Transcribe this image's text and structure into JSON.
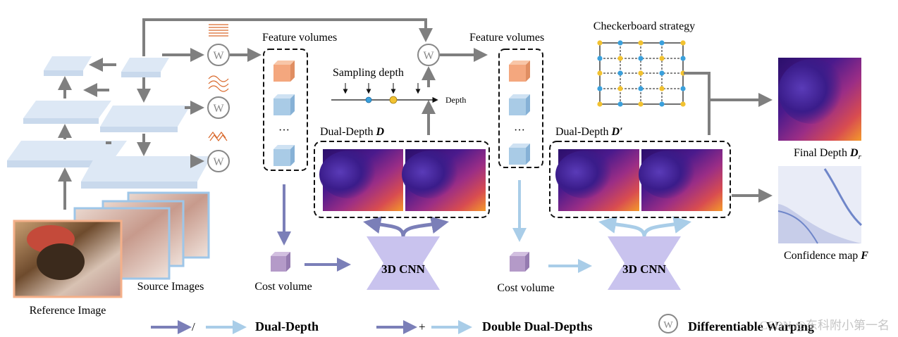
{
  "labels": {
    "feature_volumes_1": "Feature volumes",
    "feature_volumes_2": "Feature volumes",
    "checkerboard": "Checkerboard strategy",
    "sampling_depth": "Sampling depth",
    "depth_axis": "Depth",
    "dual_depth_1": "Dual-Depth",
    "dual_depth_1_symbol": "D",
    "dual_depth_2": "Dual-Depth",
    "dual_depth_2_symbol": "D′",
    "cost_volume_1": "Cost volume",
    "cost_volume_2": "Cost volume",
    "cnn_1": "3D CNN",
    "cnn_2": "3D CNN",
    "reference_image": "Reference Image",
    "source_images": "Source Images",
    "final_depth": "Final Depth",
    "final_depth_symbol": "D",
    "final_depth_sub": "r",
    "confidence_map": "Confidence map",
    "confidence_symbol": "F",
    "ellipsis_1": "···",
    "ellipsis_2": "···",
    "warp_symbol": "W"
  },
  "legend": {
    "slash": "/",
    "dual_depth": "Dual-Depth",
    "plus": "+",
    "double_dual_depths": "Double Dual-Depths",
    "warp_symbol": "W",
    "warping": "Differentiable Warping",
    "watermark": "CSDN @东科附小第一名"
  },
  "colors": {
    "gray_arrow": "#7f7f7f",
    "dark_arrow": "#7b7fb8",
    "light_arrow": "#a9cde8",
    "cnn_fill": "#c9c3ee",
    "cost_cube": "#b49ac8",
    "orange_cube": "#f4a77e",
    "blue_cube": "#a9cbe6",
    "feature_plane": "#dde8f5",
    "grid_blue_dot": "#3aa0dc",
    "grid_yellow_dot": "#f2c230",
    "reference_border": "#f4b08a",
    "source_border": "#9ec6e8"
  }
}
